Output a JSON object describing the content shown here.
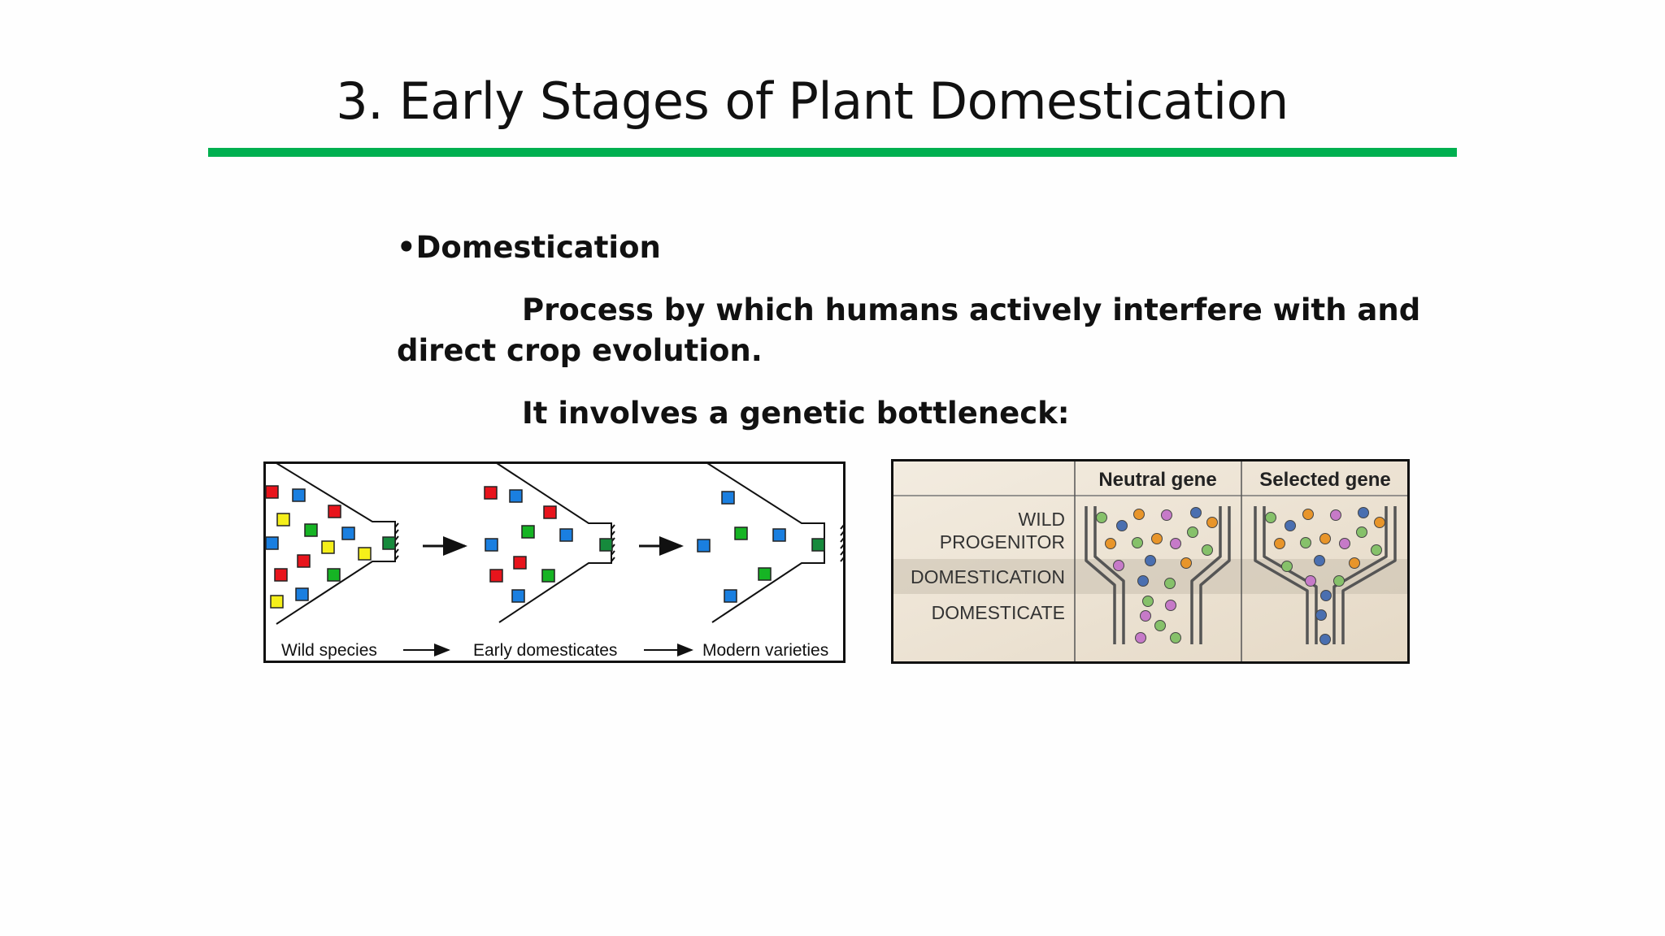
{
  "slide": {
    "title": "3. Early Stages of Plant Domestication",
    "accent_color": "#00b050",
    "bullet_heading": "•Domestication",
    "definition_line1": "Process by which humans actively interfere with and",
    "definition_line2": "direct crop evolution.",
    "bottleneck_line": "It involves a genetic bottleneck:"
  },
  "figure_left": {
    "labels": [
      "Wild species",
      "Early domesticates",
      "Modern varieties"
    ],
    "colors": {
      "red": "#e8141c",
      "blue": "#1a7fe0",
      "yellow": "#f5ef1a",
      "green": "#16b424",
      "dark_green": "#168a3c"
    }
  },
  "figure_right": {
    "column_headers": [
      "Neutral gene",
      "Selected gene"
    ],
    "row_labels": [
      "WILD",
      "PROGENITOR",
      "DOMESTICATION",
      "DOMESTICATE"
    ],
    "colors": {
      "orange": "#e8952a",
      "blue": "#4a6fb0",
      "purple": "#c67ac8",
      "green": "#86c16a"
    }
  }
}
